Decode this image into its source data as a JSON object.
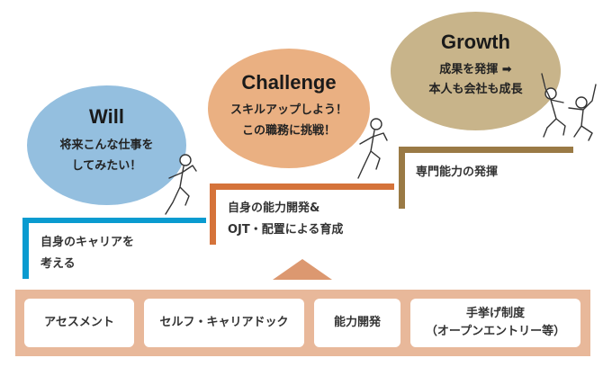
{
  "stages": [
    {
      "title": "Will",
      "lines": [
        "将来こんな仕事を",
        "してみたい！"
      ],
      "step": [
        "自身のキャリアを",
        "考える"
      ],
      "circle_color": "#94bfdf",
      "bar_color": "#0a9bd0"
    },
    {
      "title": "Challenge",
      "lines": [
        "スキルアップしよう！",
        "この職務に挑戦！"
      ],
      "step": [
        "自身の能力開発&",
        "OJT・配置による育成"
      ],
      "circle_color": "#eab082",
      "bar_color": "#d5733a"
    },
    {
      "title": "Growth",
      "lines": [
        "成果を発揮 ➡",
        "本人も会社も成長"
      ],
      "step": [
        "専門能力の発揮"
      ],
      "circle_color": "#c8b48a",
      "bar_color": "#9a7a45"
    }
  ],
  "programs": [
    "アセスメント",
    "セルフ・キャリアドック",
    "能力開発",
    "手挙げ制度",
    "（オープンエントリー等）"
  ],
  "band_color": "#e8b89a",
  "arrow_color": "#dc9870"
}
